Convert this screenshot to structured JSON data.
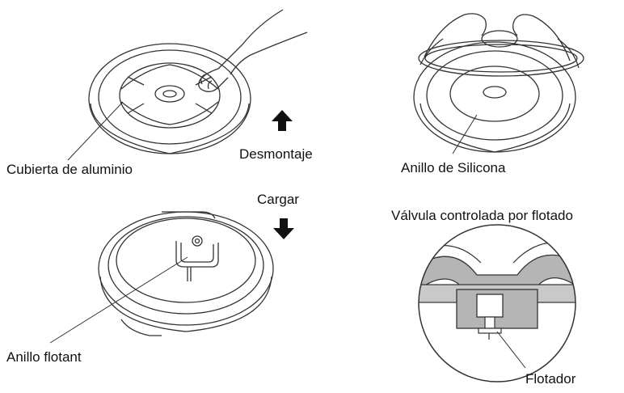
{
  "labels": {
    "cubierta": "Cubierta de aluminio",
    "desmontaje": "Desmontaje",
    "anillo_silicona": "Anillo de Silicona",
    "cargar": "Cargar",
    "valvula": "Válvula controlada por flotado",
    "anillo_flotant": "Anillo flotant",
    "flotador": "Flotador"
  },
  "arrows": [
    {
      "name": "up-arrow-icon",
      "direction": "up"
    },
    {
      "name": "down-arrow-icon",
      "direction": "down"
    }
  ],
  "colors": {
    "line": "#333333",
    "panel_gray": "#b5b5b5",
    "text": "#111111"
  }
}
